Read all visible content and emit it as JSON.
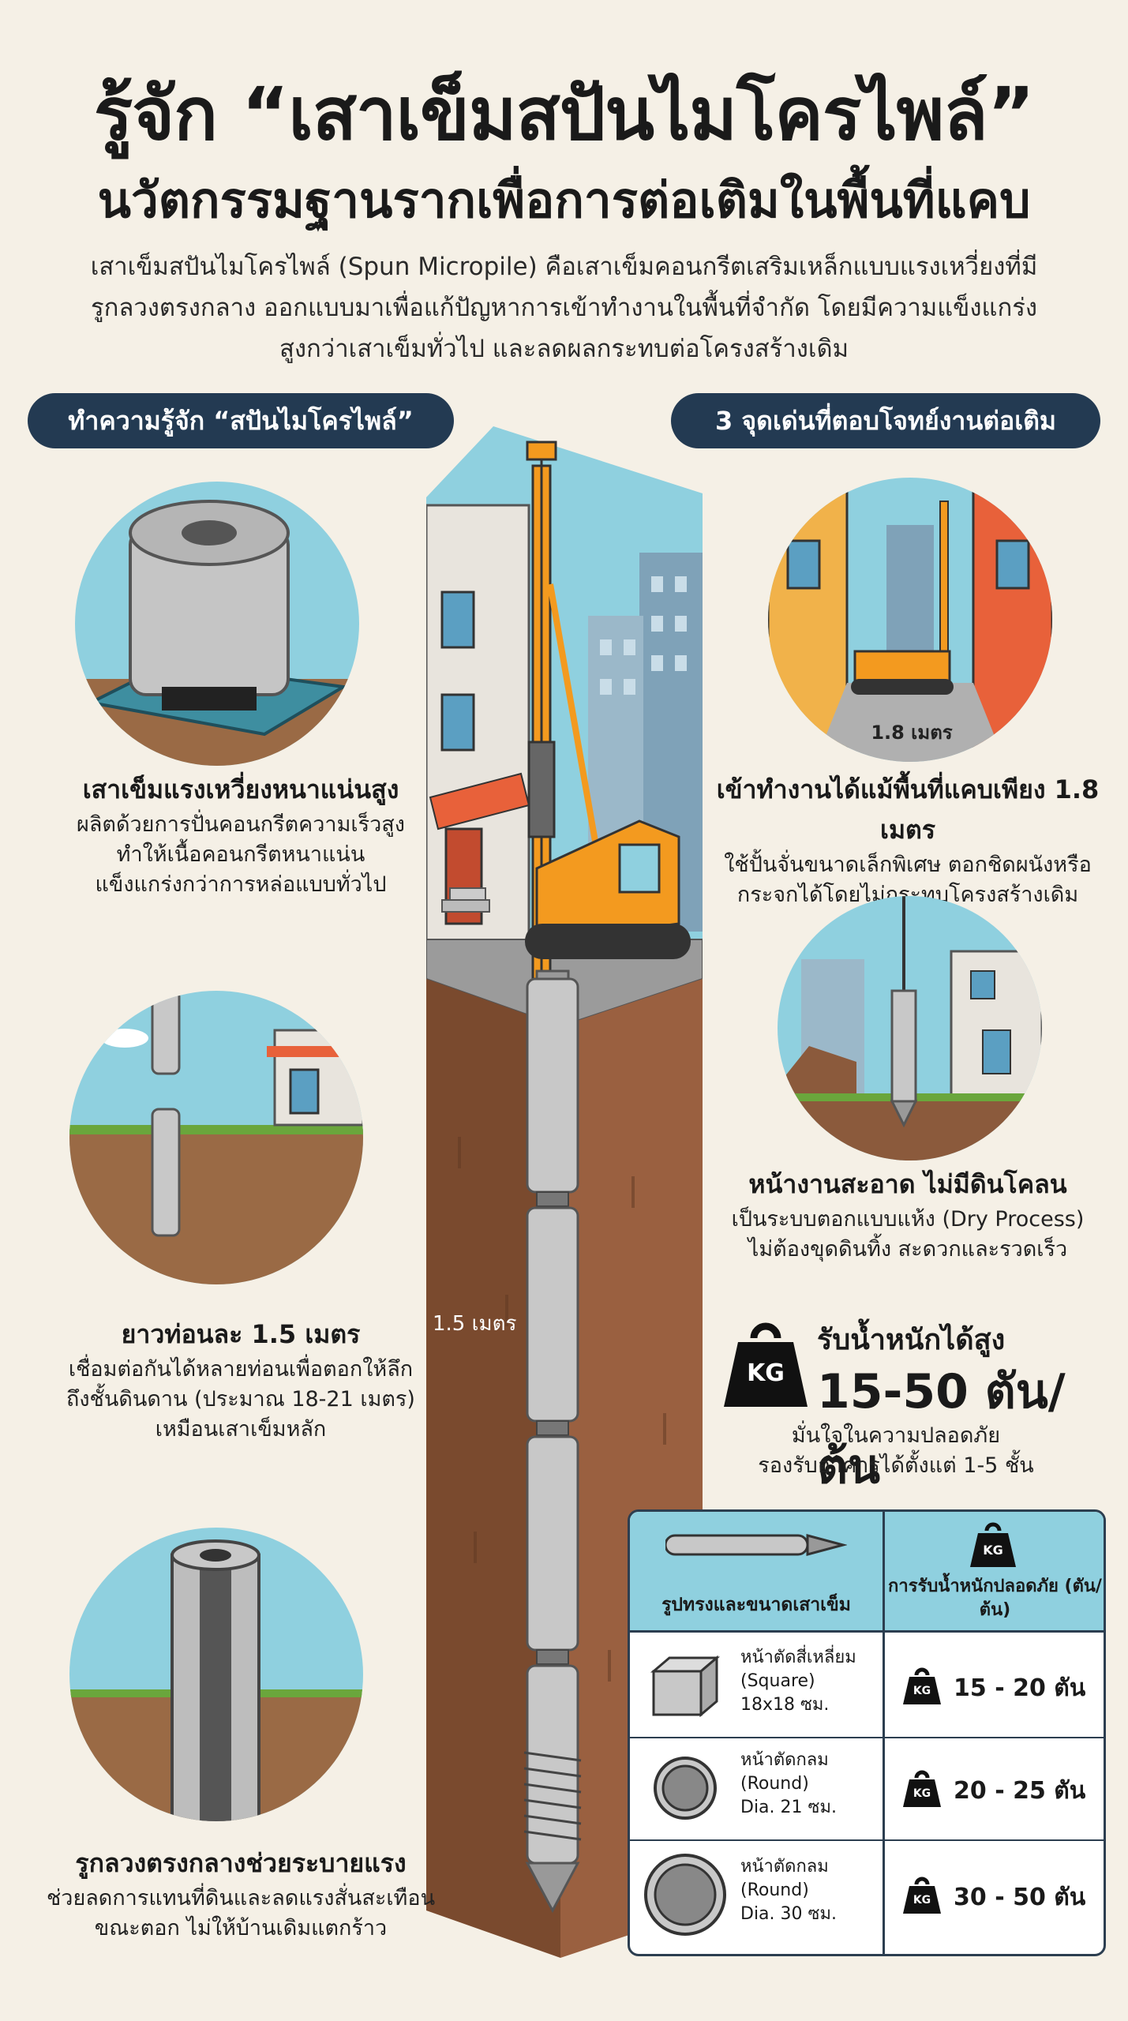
{
  "title": {
    "line1": "รู้จัก “เสาเข็มสปันไมโครไพล์”",
    "line2": "นวัตกรรมฐานรากเพื่อการต่อเติมในพื้นที่แคบ"
  },
  "intro": {
    "line1": "เสาเข็มสปันไมโครไพล์ (Spun Micropile) คือเสาเข็มคอนกรีตเสริมเหล็กแบบแรงเหวี่ยงที่มี",
    "line2": "รูกลวงตรงกลาง ออกแบบมาเพื่อแก้ปัญหาการเข้าทำงานในพื้นที่จำกัด โดยมีความแข็งแกร่ง",
    "line3": "สูงกว่าเสาเข็มทั่วไป และลดผลกระทบต่อโครงสร้างเดิม"
  },
  "left_header": "ทำความรู้จัก “สปันไมโครไพล์”",
  "right_header": "3 จุดเด่นที่ตอบโจทย์งานต่อเติม",
  "left_features": [
    {
      "title": "เสาเข็มแรงเหวี่ยงหนาแน่นสูง",
      "desc1": "ผลิตด้วยการปั่นคอนกรีตความเร็วสูง",
      "desc2": "ทำให้เนื้อคอนกรีตหนาแน่น",
      "desc3": "แข็งแกร่งกว่าการหล่อแบบทั่วไป"
    },
    {
      "title": "ยาวท่อนละ 1.5 เมตร",
      "desc1": "เชื่อมต่อกันได้หลายท่อนเพื่อตอกให้ลึก",
      "desc2": "ถึงชั้นดินดาน (ประมาณ 18-21 เมตร)",
      "desc3": "เหมือนเสาเข็มหลัก"
    },
    {
      "title": "รูกลวงตรงกลางช่วยระบายแรง",
      "desc1": "ช่วยลดการแทนที่ดินและลดแรงสั่นสะเทือน",
      "desc2": "ขณะตอก ไม่ให้บ้านเดิมแตกร้าว"
    }
  ],
  "right_features": [
    {
      "image_label": "1.8 เมตร",
      "title": "เข้าทำงานได้แม้พื้นที่แคบเพียง 1.8 เมตร",
      "desc1": "ใช้ปั้นจั่นขนาดเล็กพิเศษ ตอกชิดผนังหรือ",
      "desc2": "กระจกได้โดยไม่กระทบโครงสร้างเดิม"
    },
    {
      "title": "หน้างานสะอาด ไม่มีดินโคลน",
      "desc1": "เป็นระบบตอกแบบแห้ง (Dry Process)",
      "desc2": "ไม่ต้องขุดดินทิ้ง สะดวกและรวดเร็ว"
    },
    {
      "kg": "KG",
      "title": "รับน้ำหนักได้สูง",
      "value": "15-50 ตัน/ต้น",
      "desc1": "มั่นใจในความปลอดภัย",
      "desc2": "รองรับอาคารได้ตั้งแต่ 1-5 ชั้น"
    }
  ],
  "center": {
    "depth_label": "1.5 เมตร"
  },
  "table": {
    "col1_header": "รูปทรงและขนาดเสาเข็ม",
    "col2_header": "การรับน้ำหนักปลอดภัย (ตัน/ต้น)",
    "kg": "KG",
    "rows": [
      {
        "l1": "หน้าตัดสี่เหลี่ยม",
        "l2": "(Square)",
        "l3": "18x18 ซม.",
        "load": "15 - 20 ตัน"
      },
      {
        "l1": "หน้าตัดกลม",
        "l2": "(Round)",
        "l3": "Dia. 21 ซม.",
        "load": "20 - 25 ตัน"
      },
      {
        "l1": "หน้าตัดกลม",
        "l2": "(Round)",
        "l3": "Dia. 30 ซม.",
        "load": "30 - 50 ตัน"
      }
    ]
  },
  "colors": {
    "navy": "#233a52",
    "sky": "#8fd0df",
    "soil": "#8b5a3c",
    "crane": "#f39a1f",
    "background": "#f5f0e6"
  }
}
